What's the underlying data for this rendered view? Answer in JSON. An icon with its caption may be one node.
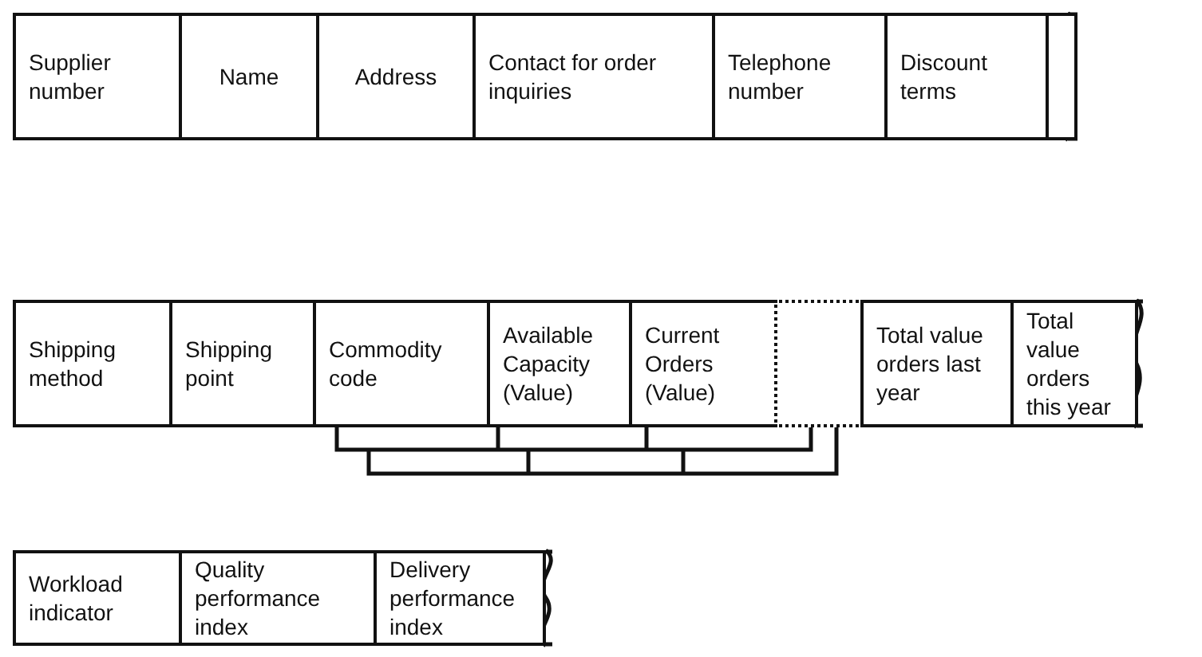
{
  "diagram": {
    "nodes": [
      {
        "text": [
          "Supplier number"
        ]
      },
      {
        "text": [
          "Name"
        ]
      },
      {
        "text": [
          "Address"
        ]
      },
      {
        "text": [
          "Contact for order inquiries"
        ]
      },
      {
        "text": [
          "Telephone number"
        ]
      },
      {
        "text": [
          "Discount terms"
        ]
      },
      {
        "text": [],
        "shape": "box"
      },
      {
        "text": [
          "Shipping method"
        ]
      },
      {
        "text": [
          "Shipping point"
        ]
      },
      {
        "text": [
          "Commodity code"
        ]
      },
      {
        "text": [
          "Available Capacity (Value)"
        ]
      },
      {
        "text": [
          "Current Orders (Value)"
        ]
      },
      {
        "text": [],
        "shape": "box"
      },
      {
        "text": [
          "Total value orders last year"
        ]
      },
      {
        "text": [
          "Total value orders this year"
        ]
      },
      {
        "text": [
          "Workload indicator"
        ]
      },
      {
        "text": [
          "Quality performance index"
        ]
      },
      {
        "text": [
          "Delivery performance index"
        ]
      }
    ]
  }
}
